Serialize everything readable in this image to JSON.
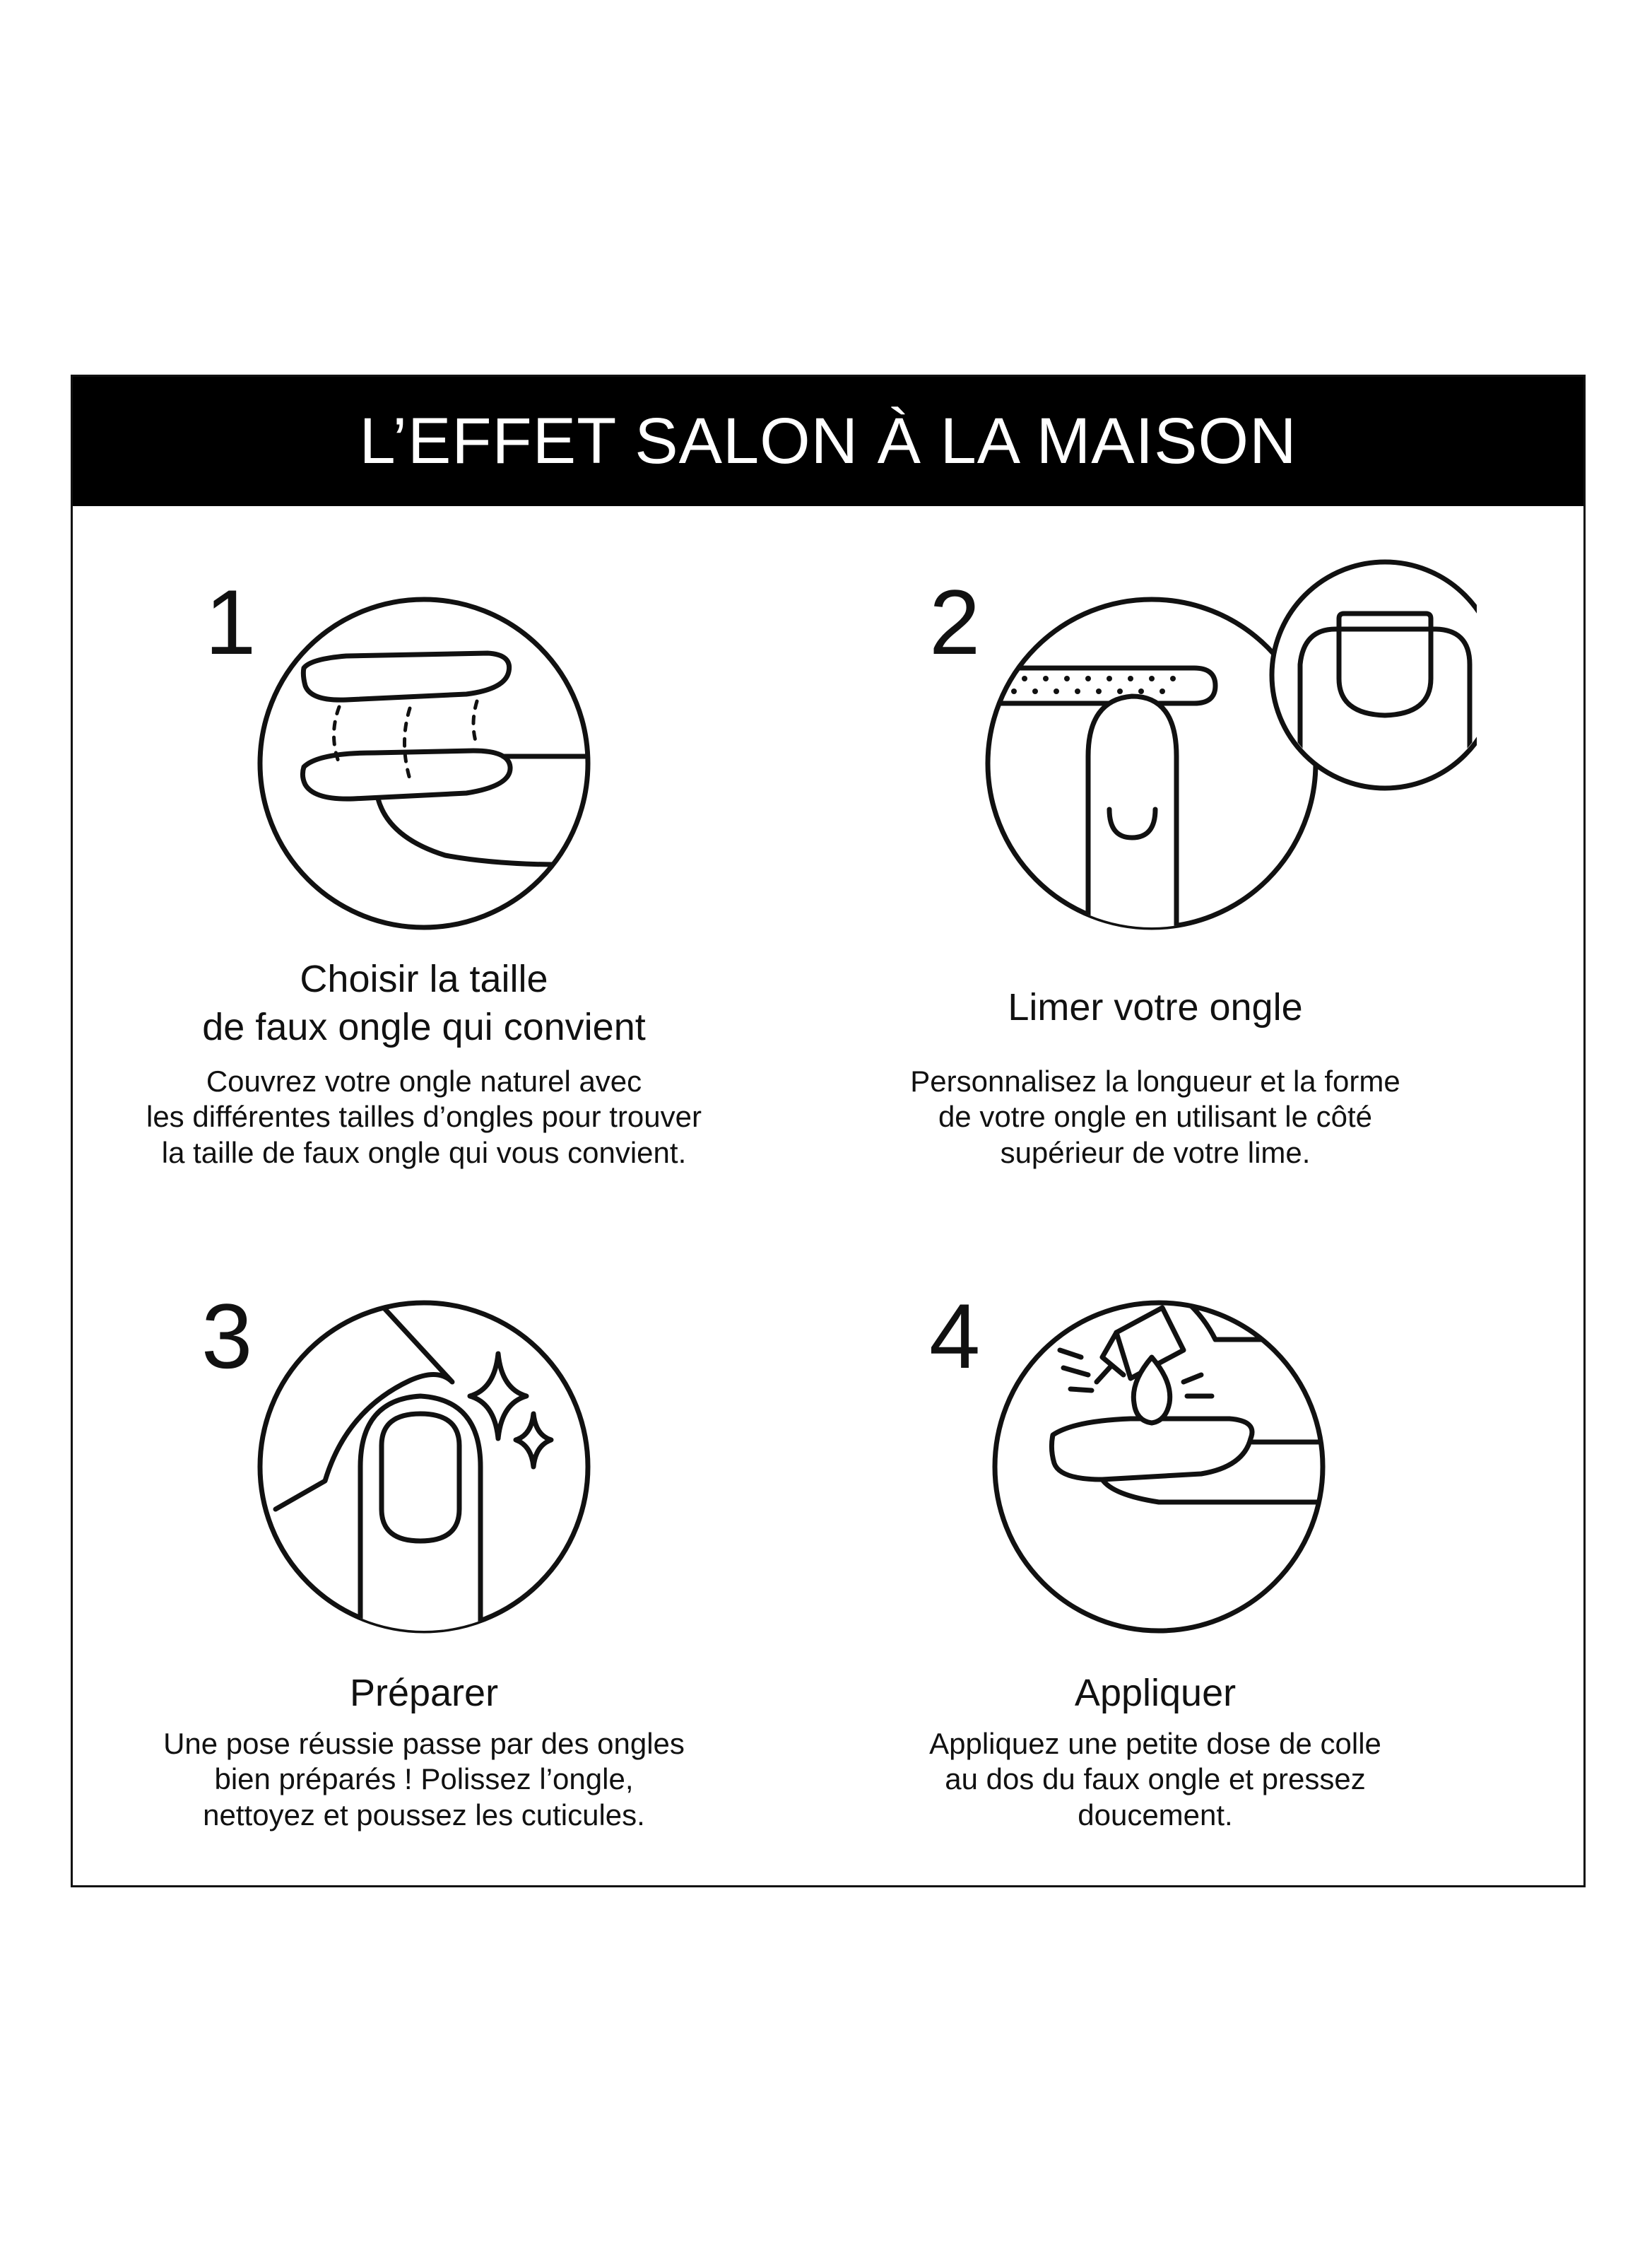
{
  "header": {
    "title": "L’EFFET SALON À LA MAISON"
  },
  "steps": [
    {
      "number": "1",
      "title": [
        "Choisir la taille",
        "de faux ongle qui convient"
      ],
      "description": [
        "Couvrez votre ongle naturel avec",
        "les différentes tailles d’ongles pour trouver",
        "la taille de faux ongle qui vous convient."
      ]
    },
    {
      "number": "2",
      "title": [
        "Limer votre ongle"
      ],
      "description": [
        "Personnalisez la longueur et la forme",
        "de votre ongle en utilisant le côté",
        "supérieur de votre lime."
      ]
    },
    {
      "number": "3",
      "title": [
        "Préparer"
      ],
      "description": [
        "Une pose réussie passe par des ongles",
        "bien préparés ! Polissez l’ongle,",
        "nettoyez et poussez les cuticules."
      ]
    },
    {
      "number": "4",
      "title": [
        "Appliquer"
      ],
      "description": [
        "Appliquez une petite dose de colle",
        "au dos du faux ongle et pressez",
        "doucement."
      ]
    }
  ]
}
